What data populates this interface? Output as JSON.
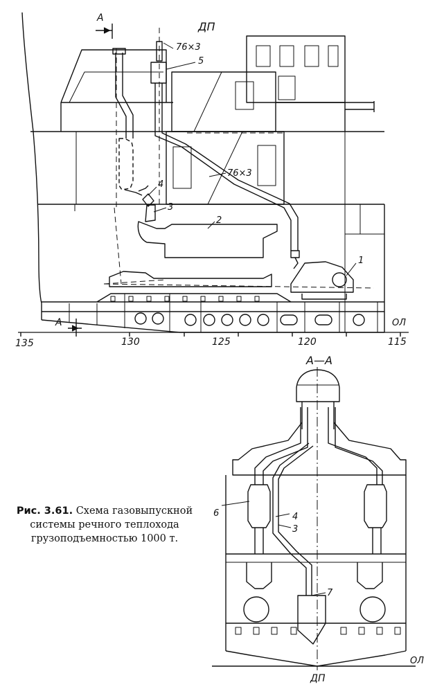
{
  "caption": {
    "figure_label": "Рис. 3.61.",
    "text": "Схема газовыпускной системы речного теплохода грузоподъемностью 1000 т."
  },
  "side_view": {
    "centerline_label": "ДП",
    "section_marker_top": "А",
    "section_marker_bottom": "А",
    "pipe_size_upper": "76×3",
    "pipe_size_middle": "76×3",
    "callouts": [
      "1",
      "2",
      "3",
      "4",
      "5"
    ],
    "baseline_label": "ОЛ",
    "frame_numbers": [
      "135",
      "130",
      "125",
      "120",
      "115"
    ]
  },
  "section_view": {
    "title": "А—А",
    "callouts": [
      "6",
      "4",
      "3",
      "7"
    ],
    "baseline_label": "ОЛ",
    "centerline_label": "ДП"
  }
}
